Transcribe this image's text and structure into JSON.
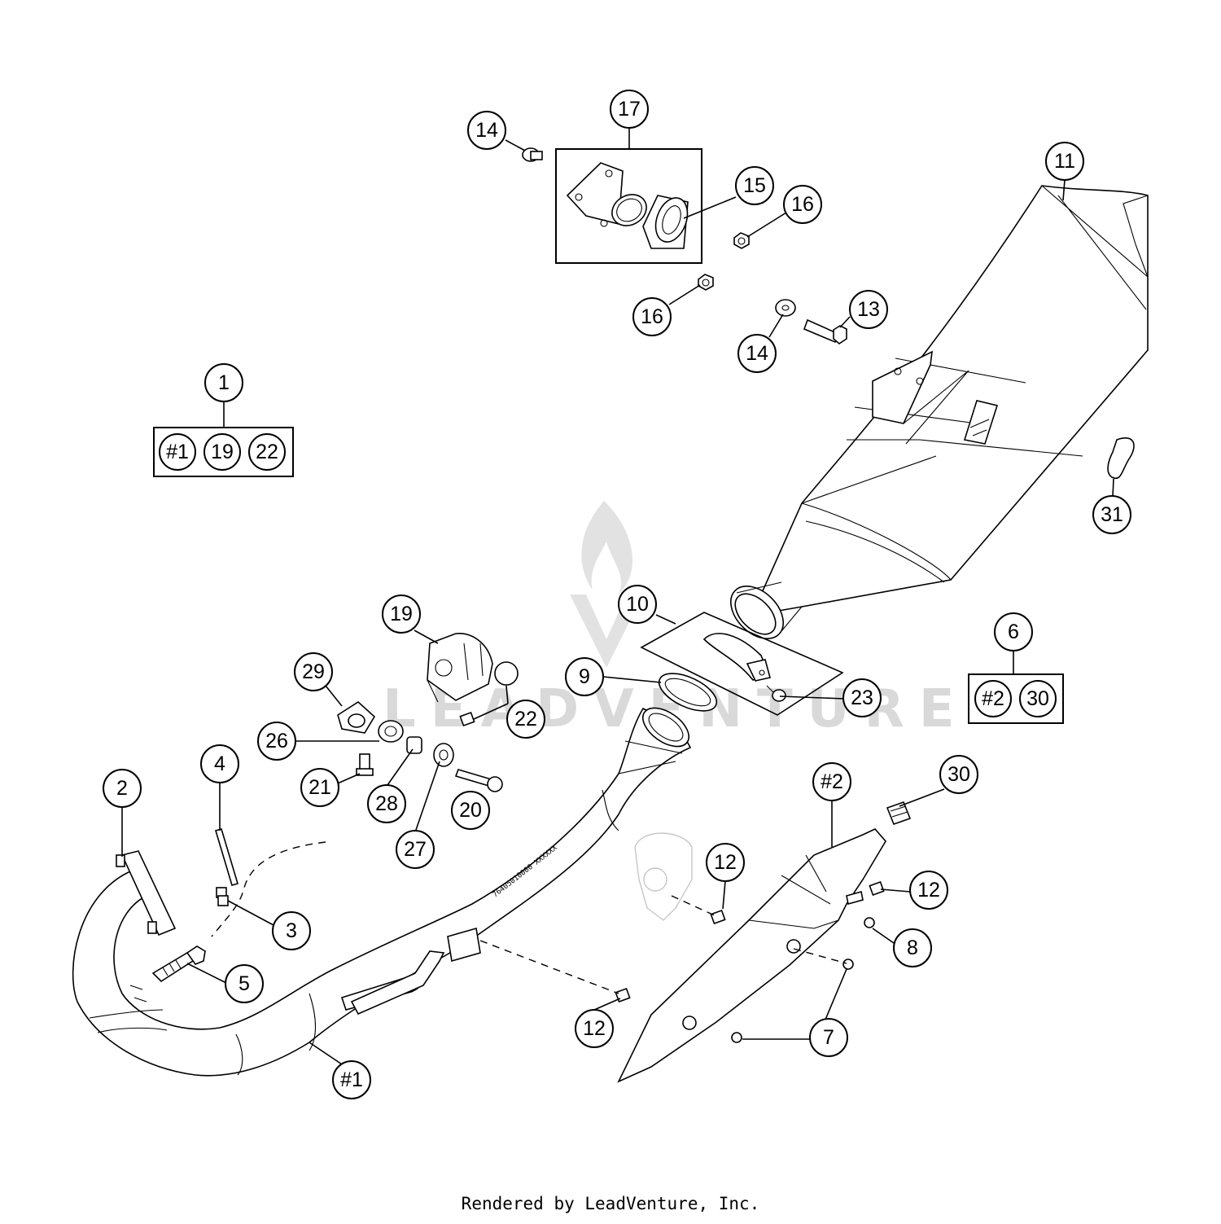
{
  "watermark": {
    "text": "LEADVENTURE"
  },
  "footer": {
    "text": "Rendered by LeadVenture, Inc."
  },
  "pipe_marking": "76405010000 XXXXXX",
  "callouts": [
    {
      "id": "c1",
      "label": "1"
    },
    {
      "id": "c2",
      "label": "2"
    },
    {
      "id": "c3",
      "label": "3"
    },
    {
      "id": "c4",
      "label": "4"
    },
    {
      "id": "c5",
      "label": "5"
    },
    {
      "id": "c6",
      "label": "6"
    },
    {
      "id": "c7",
      "label": "7"
    },
    {
      "id": "c8",
      "label": "8"
    },
    {
      "id": "c9",
      "label": "9"
    },
    {
      "id": "c10",
      "label": "10"
    },
    {
      "id": "c11",
      "label": "11"
    },
    {
      "id": "c12a",
      "label": "12"
    },
    {
      "id": "c12b",
      "label": "12"
    },
    {
      "id": "c12c",
      "label": "12"
    },
    {
      "id": "c13",
      "label": "13"
    },
    {
      "id": "c14a",
      "label": "14"
    },
    {
      "id": "c14b",
      "label": "14"
    },
    {
      "id": "c15",
      "label": "15"
    },
    {
      "id": "c16a",
      "label": "16"
    },
    {
      "id": "c16b",
      "label": "16"
    },
    {
      "id": "c17",
      "label": "17"
    },
    {
      "id": "c19",
      "label": "19"
    },
    {
      "id": "c20",
      "label": "20"
    },
    {
      "id": "c21",
      "label": "21"
    },
    {
      "id": "c22",
      "label": "22"
    },
    {
      "id": "c23",
      "label": "23"
    },
    {
      "id": "c26",
      "label": "26"
    },
    {
      "id": "c27",
      "label": "27"
    },
    {
      "id": "c28",
      "label": "28"
    },
    {
      "id": "c29",
      "label": "29"
    },
    {
      "id": "c30",
      "label": "30"
    },
    {
      "id": "c31",
      "label": "31"
    },
    {
      "id": "cH1",
      "label": "#1"
    },
    {
      "id": "cH2",
      "label": "#2"
    }
  ],
  "kits": [
    {
      "id": "kit1",
      "items": [
        "#1",
        "19",
        "22"
      ]
    },
    {
      "id": "kit6",
      "items": [
        "#2",
        "30"
      ]
    }
  ]
}
